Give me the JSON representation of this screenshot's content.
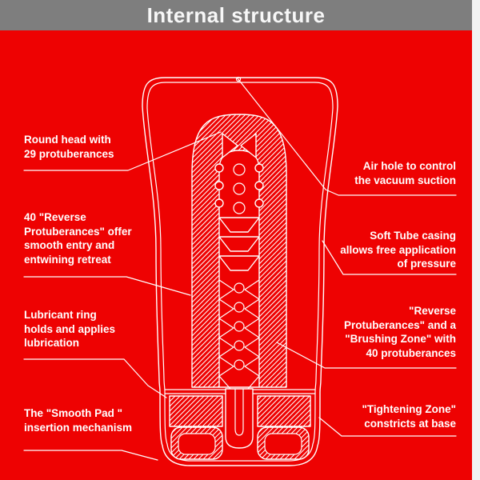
{
  "header": {
    "title": "Internal structure"
  },
  "colors": {
    "background": "#ee0202",
    "header_bar": "#7e7e7e",
    "header_text": "#f7f7f7",
    "label_text": "#ffffff",
    "line_color": "#ffffff",
    "side_strip": "#f2f2f2"
  },
  "labels": {
    "left": [
      {
        "text": "Round head with\n29 protuberances"
      },
      {
        "text": "40 \"Reverse\nProtuberances\" offer\nsmooth entry and\nentwining retreat"
      },
      {
        "text": "Lubricant ring\nholds and applies\nlubrication"
      },
      {
        "text": "The \"Smooth Pad \"\ninsertion mechanism"
      }
    ],
    "right": [
      {
        "text": "Air hole to control\nthe vacuum suction"
      },
      {
        "text": "Soft Tube casing\nallows free application\nof pressure"
      },
      {
        "text": "\"Reverse\nProtuberances\" and a\n\"Brushing Zone\" with\n40 protuberances"
      },
      {
        "text": "\"Tightening Zone\"\nconstricts at base"
      }
    ]
  }
}
